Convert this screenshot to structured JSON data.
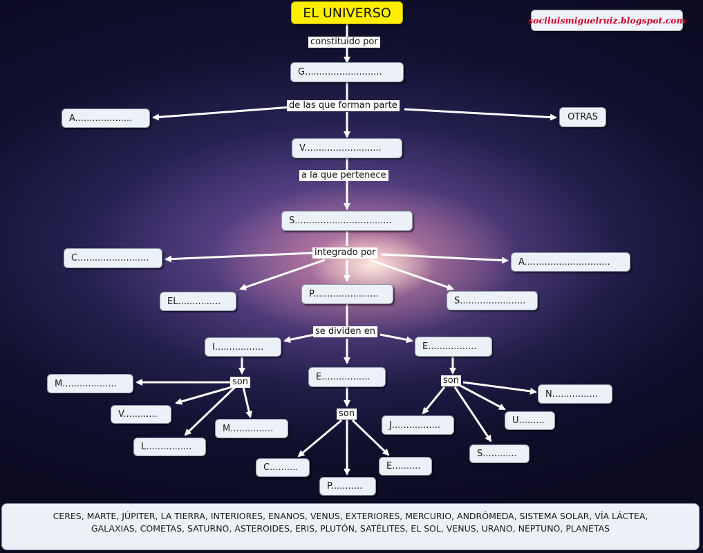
{
  "title": "EL UNIVERSO",
  "blog": "sociluismiguelruiz.blogspot.com",
  "links": {
    "constituido_por": "constituido por",
    "de_las_que_forman_parte": "de las que forman parte",
    "a_la_que_pertenece": "a la que pertenece",
    "integrado_por": "integrado por",
    "se_dividen_en": "se dividen en",
    "son_left": "son",
    "son_center": "son",
    "son_right": "son"
  },
  "nodes": {
    "galaxias": "G...........................",
    "andromeda": "A....................",
    "otras": "OTRAS",
    "via_lactea": "V...........................",
    "sistema_solar": "S..................................",
    "cometas": "C.........................",
    "asteroides": "A..............................",
    "el_sol": "EL...............",
    "planetas": "P.......................",
    "satelites": "S.......................",
    "interiores": "I.................",
    "exteriores": "E.................",
    "enanos": "E.................",
    "mercurio": "M...................",
    "venus": "V............",
    "marte": "M...............",
    "la_tierra": "L................",
    "ceres": "C..........",
    "pluton": "P...........",
    "eris": "E..........",
    "jupiter": "J.................",
    "neptuno": "N................",
    "urano": "U.........",
    "saturno": "S............"
  },
  "word_bank": {
    "line1": "CERES, MARTE, JÚPITER, LA TIERRA, INTERIORES, ENANOS, VENUS, EXTERIORES, MERCURIO, ANDRÓMEDA, SISTEMA SOLAR, VÍA LÁCTEA,",
    "line2": "GALAXIAS, COMETAS, SATURNO, ASTEROIDES, ERIS, PLUTÓN, SATÉLITES, EL SOL, VENUS, URANO, NEPTUNO, PLANETAS"
  },
  "colors": {
    "title_bg": "#ffee00",
    "node_bg": "#ecf1f7",
    "blog_text": "#d0002a",
    "connector": "#ffffff"
  }
}
